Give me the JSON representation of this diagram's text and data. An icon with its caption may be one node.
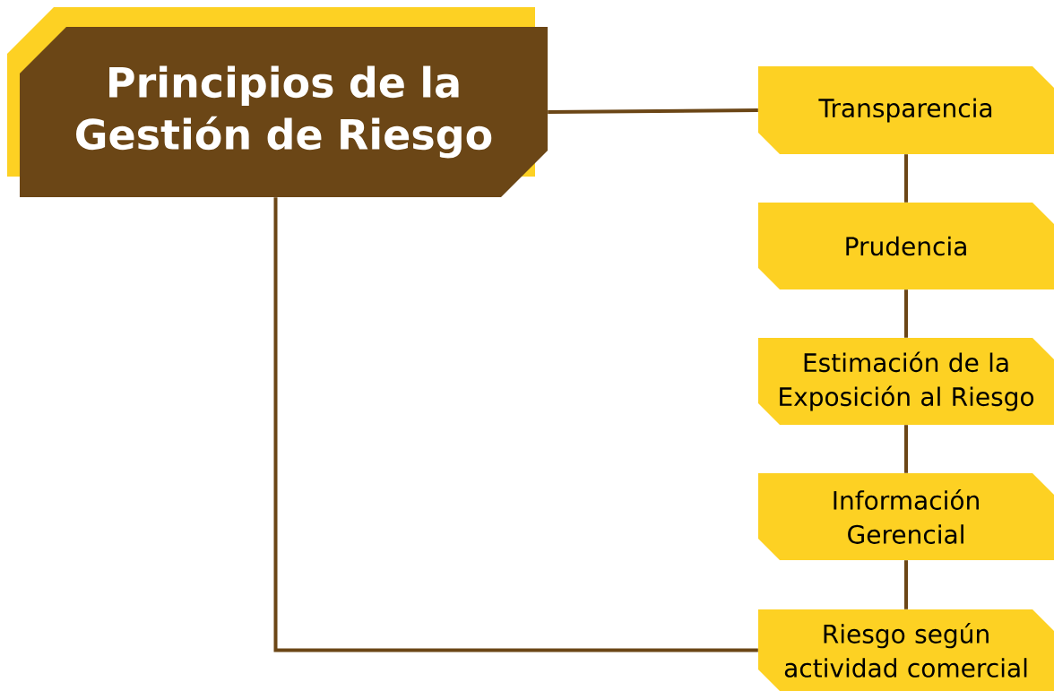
{
  "diagram": {
    "nodes": [
      {
        "text": [
          "Principios de la Gestión de Riesgo"
        ]
      },
      {
        "text": [
          "Transparencia"
        ]
      },
      {
        "text": [
          "Prudencia"
        ]
      },
      {
        "text": [
          "Estimación de la Exposición al Riesgo"
        ]
      },
      {
        "text": [
          "Información Gerencial"
        ]
      },
      {
        "text": [
          "Riesgo según actividad comercial"
        ]
      }
    ],
    "edges": [
      {
        "from": 0,
        "to": 1,
        "arrow": "none"
      },
      {
        "from": 1,
        "to": 2,
        "arrow": "none"
      },
      {
        "from": 2,
        "to": 3,
        "arrow": "none"
      },
      {
        "from": 3,
        "to": 4,
        "arrow": "none"
      },
      {
        "from": 4,
        "to": 5,
        "arrow": "none"
      },
      {
        "from": 0,
        "to": 5,
        "arrow": "none"
      }
    ]
  }
}
